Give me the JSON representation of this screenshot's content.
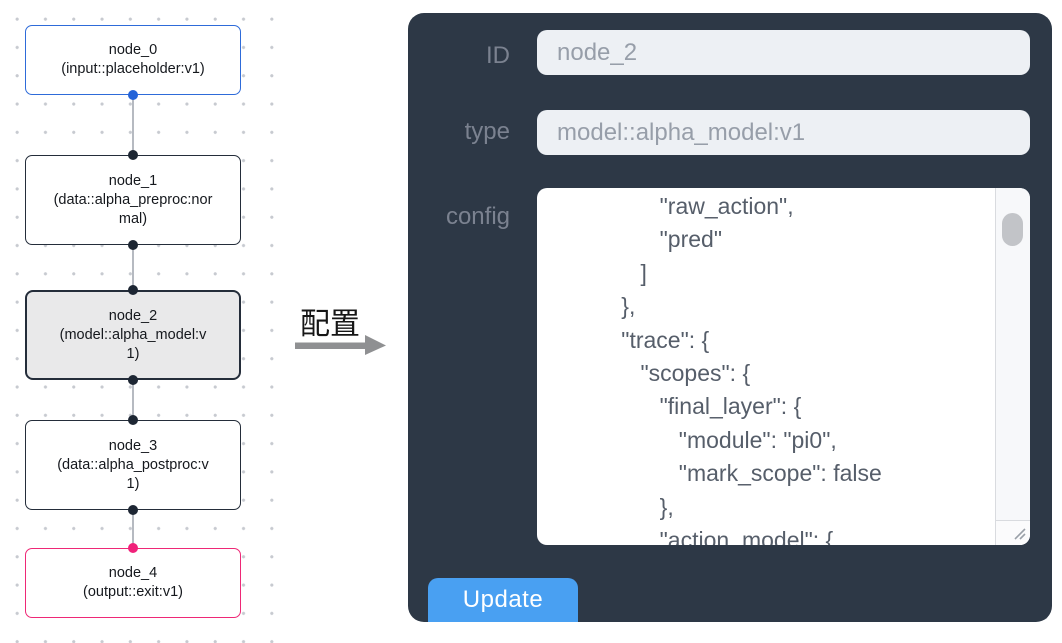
{
  "canvas": {
    "nodes": [
      {
        "id": "node_0",
        "name": "node_0",
        "type_line": "(input::placeholder:v1)",
        "variant": "input"
      },
      {
        "id": "node_1",
        "name": "node_1",
        "type_line": "(data::alpha_preproc:normal)",
        "variant": "default"
      },
      {
        "id": "node_2",
        "name": "node_2",
        "type_line": "(model::alpha_model:v1)",
        "variant": "selected"
      },
      {
        "id": "node_3",
        "name": "node_3",
        "type_line": "(data::alpha_postproc:v1)",
        "variant": "default"
      },
      {
        "id": "node_4",
        "name": "node_4",
        "type_line": "(output::exit:v1)",
        "variant": "output"
      }
    ]
  },
  "annotation": {
    "label": "配置",
    "arrow_icon": "right-arrow"
  },
  "panel": {
    "id_label": "ID",
    "id_value": "node_2",
    "type_label": "type",
    "type_value": "model::alpha_model:v1",
    "config_label": "config",
    "config_text": "                 \"raw_action\",\n                 \"pred\"\n              ]\n           },\n           \"trace\": {\n              \"scopes\": {\n                 \"final_layer\": {\n                    \"module\": \"pi0\",\n                    \"mark_scope\": false\n                 },\n                 \"action_model\": {",
    "update_label": "Update"
  },
  "colors": {
    "panel_bg": "#2d3846",
    "button_bg": "#49a0f2",
    "node_input_border": "#2e6bd9",
    "node_output_border": "#ee2876",
    "selected_fill": "#e9e9ea",
    "handle_blue": "#2463d8",
    "handle_pink": "#f0217a"
  }
}
